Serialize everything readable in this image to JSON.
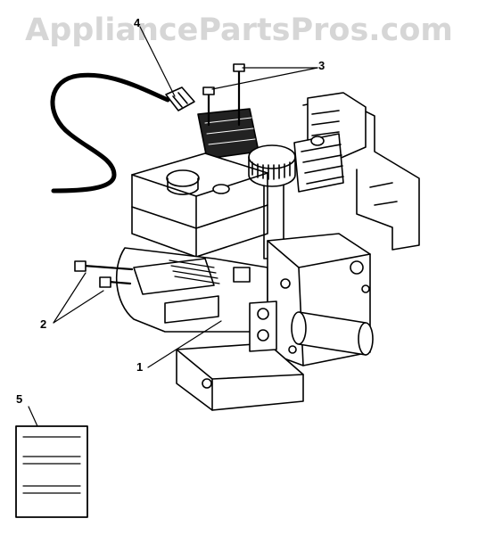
{
  "watermark": "AppliancePartsPros.com",
  "callouts": [
    "1",
    "2",
    "3",
    "4",
    "5"
  ],
  "colors": {
    "ink": "#000000",
    "paper": "#ffffff",
    "watermark": "#d6d6d6"
  }
}
